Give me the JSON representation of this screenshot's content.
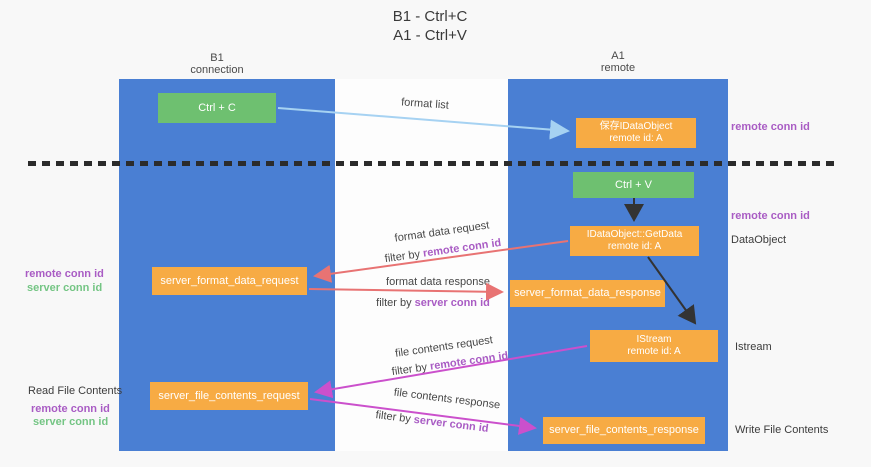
{
  "title": {
    "line1": "B1 - Ctrl+C",
    "line2": "A1 - Ctrl+V"
  },
  "lanes": {
    "left": {
      "title": "B1",
      "subtitle": "connection"
    },
    "right": {
      "title": "A1",
      "subtitle": "remote"
    }
  },
  "nodes": {
    "ctrl_c": {
      "label": "Ctrl + C"
    },
    "save_idataobject": {
      "line1": "保存IDataObject",
      "line2": "remote id: A"
    },
    "ctrl_v": {
      "label": "Ctrl + V"
    },
    "getdata": {
      "line1": "IDataObject::GetData",
      "line2": "remote id: A"
    },
    "server_format_data_request": {
      "label": "server_format_data_request"
    },
    "server_format_data_response": {
      "label": "server_format_data_response"
    },
    "istream": {
      "line1": "IStream",
      "line2": "remote id: A"
    },
    "server_file_contents_request": {
      "label": "server_file_contents_request"
    },
    "server_file_contents_response": {
      "label": "server_file_contents_response"
    }
  },
  "flow_labels": {
    "format_list": "format list",
    "format_data_request": "format data request",
    "format_data_response": "format data response",
    "file_contents_request": "file contents request",
    "file_contents_response": "file contents response",
    "filter_by": "filter by ",
    "remote_conn_id": "remote conn id",
    "server_conn_id": "server conn id"
  },
  "side_labels": {
    "right_remote_conn_id_top": "remote conn id",
    "right_remote_conn_id_mid": "remote conn id",
    "dataobject": "DataObject",
    "istream": "Istream",
    "write_file_contents": "Write File Contents",
    "left_remote_conn_id_1": "remote conn id",
    "left_server_conn_id_1": "server conn id",
    "read_file_contents": "Read File Contents",
    "left_remote_conn_id_2": "remote conn id",
    "left_server_conn_id_2": "server conn id"
  },
  "colors": {
    "lane_blue": "#4a7fd3",
    "node_orange": "#f7ab44",
    "node_green": "#6ec070",
    "arrow_red": "#e87373",
    "arrow_magenta": "#cb50cc",
    "arrow_light_blue": "#a6d2f2",
    "arrow_black": "#333333",
    "text_purple": "#a95cc4",
    "text_green": "#74c584",
    "text_dark": "#3c3c3c"
  }
}
